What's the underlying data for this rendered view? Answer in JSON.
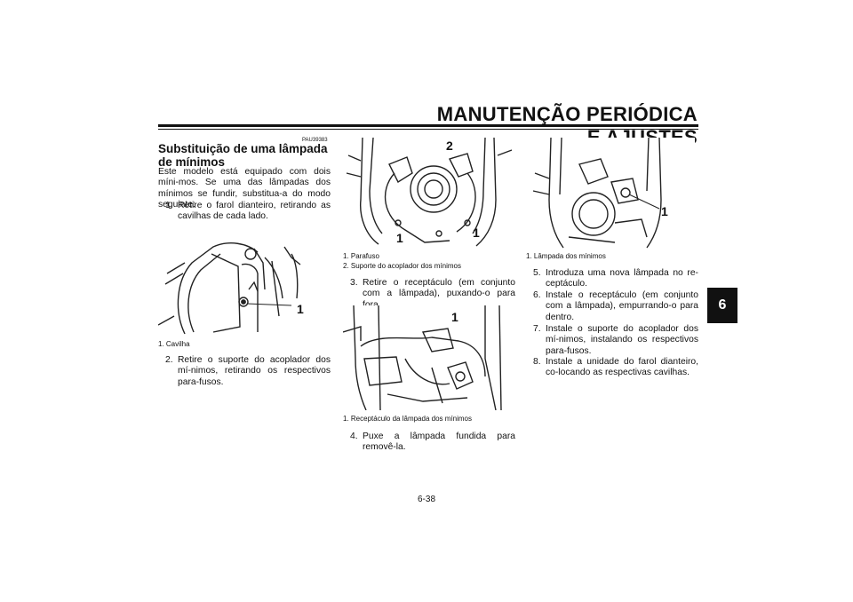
{
  "header": {
    "title": "MANUTENÇÃO PERIÓDICA E AJUSTES"
  },
  "chapter_tab": "6",
  "code": "PAU39383",
  "heading": "Substituição de uma lâmpada de mínimos",
  "intro": "Este modelo está equipado com dois míni-mos. Se uma das lâmpadas dos mínimos se fundir, substitua-a do modo seguinte:",
  "steps": [
    {
      "num": "1.",
      "text": "Retire o farol dianteiro, retirando as cavilhas de cada lado."
    },
    {
      "num": "2.",
      "text": "Retire o suporte do acoplador dos mí-nimos, retirando os respectivos para-fusos."
    },
    {
      "num": "3.",
      "text": "Retire o receptáculo (em conjunto com a lâmpada), puxando-o para fora."
    },
    {
      "num": "4.",
      "text": "Puxe a lâmpada fundida para removê-la."
    },
    {
      "num": "5.",
      "text": "Introduza uma nova lâmpada no re-ceptáculo."
    },
    {
      "num": "6.",
      "text": "Instale o receptáculo (em conjunto com a lâmpada), empurrando-o para dentro."
    },
    {
      "num": "7.",
      "text": "Instale o suporte do acoplador dos mí-nimos, instalando os respectivos para-fusos."
    },
    {
      "num": "8.",
      "text": "Instale a unidade do farol dianteiro, co-locando as respectivas cavilhas."
    }
  ],
  "figures": {
    "fig1": {
      "callout": "1",
      "caption": "1. Cavilha"
    },
    "fig2": {
      "callouts": [
        "2",
        "1",
        "1"
      ],
      "caption1": "1. Parafuso",
      "caption2": "2. Suporte do acoplador dos mínimos"
    },
    "fig3": {
      "callout": "1",
      "caption": "1. Receptáculo da lâmpada dos mínimos"
    },
    "fig4": {
      "callout": "1",
      "caption": "1. Lâmpada dos mínimos"
    }
  },
  "page_number": "6-38"
}
